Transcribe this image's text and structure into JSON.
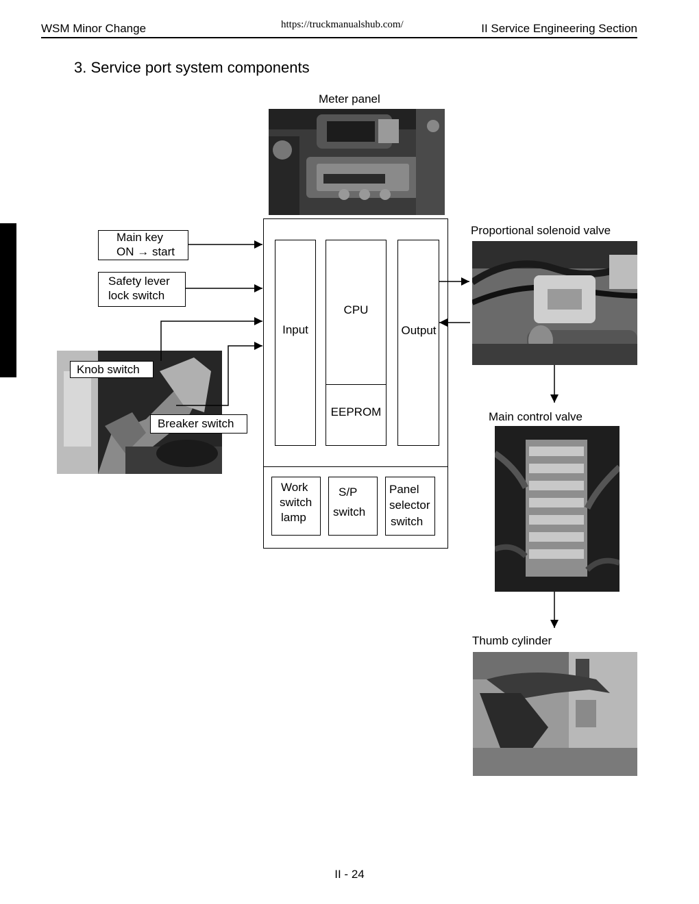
{
  "header": {
    "left": "WSM Minor Change",
    "url": "https://truckmanualshub.com/",
    "right": "II Service Engineering Section"
  },
  "section_title": "3.  Service port system components",
  "labels": {
    "meter_panel": "Meter panel",
    "proportional_solenoid_valve": "Proportional solenoid valve",
    "main_control_valve": "Main control valve",
    "thumb_cylinder": "Thumb cylinder"
  },
  "inputs": {
    "main_key_line1": "Main key",
    "main_key_line2": "ON → start",
    "safety_lever_line1": "Safety lever",
    "safety_lever_line2": "lock switch",
    "knob_switch": "Knob switch",
    "breaker_switch": "Breaker switch"
  },
  "controller": {
    "input": "Input",
    "cpu": "CPU",
    "eeprom": "EEPROM",
    "output": "Output",
    "work_switch_lamp": [
      "Work",
      "switch",
      "lamp"
    ],
    "sp_switch": [
      "S/P",
      "switch"
    ],
    "panel_selector_switch": [
      "Panel",
      "selector",
      "switch"
    ]
  },
  "footer": {
    "page_number": "II - 24"
  }
}
